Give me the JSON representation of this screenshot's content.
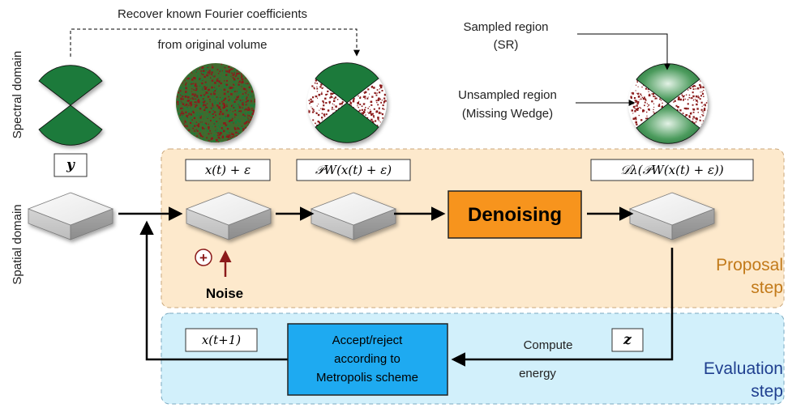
{
  "labels": {
    "spectral_domain": "Spectral domain",
    "spatial_domain": "Spatial domain",
    "recover_line1": "Recover known Fourier coefficients",
    "recover_line2": "from original volume",
    "sampled_region_line1": "Sampled region",
    "sampled_region_line2": "(SR)",
    "unsampled_line1": "Unsampled region",
    "unsampled_line2": "(Missing Wedge)",
    "noise": "Noise",
    "noise_symbol": "+",
    "denoising": "Denoising",
    "proposal_line1": "Proposal",
    "proposal_line2": "step",
    "evaluation_line1": "Evaluation",
    "evaluation_line2": "step",
    "compute_line1": "Compute",
    "compute_line2": "energy",
    "accept_line1": "Accept/reject",
    "accept_line2": "according to",
    "accept_line3": "Metropolis scheme"
  },
  "math": {
    "y": "y",
    "x_noise": "x(t) + ε",
    "projection": "𝒫W(x(t) + ε)",
    "denoised": "𝒟λ(𝒫W(x(t) + ε))",
    "z": "z",
    "x_next": "x(t+1)"
  },
  "colors": {
    "sampled_green": "#1f7a3a",
    "noise_red": "#8b1a1a",
    "proposal_bg": "#fde9cc",
    "proposal_text": "#c27a1a",
    "evaluation_bg": "#d2f0fb",
    "evaluation_text": "#1f3f8f",
    "denoising_fill": "#f7941d",
    "accept_fill": "#1eaaf1"
  }
}
